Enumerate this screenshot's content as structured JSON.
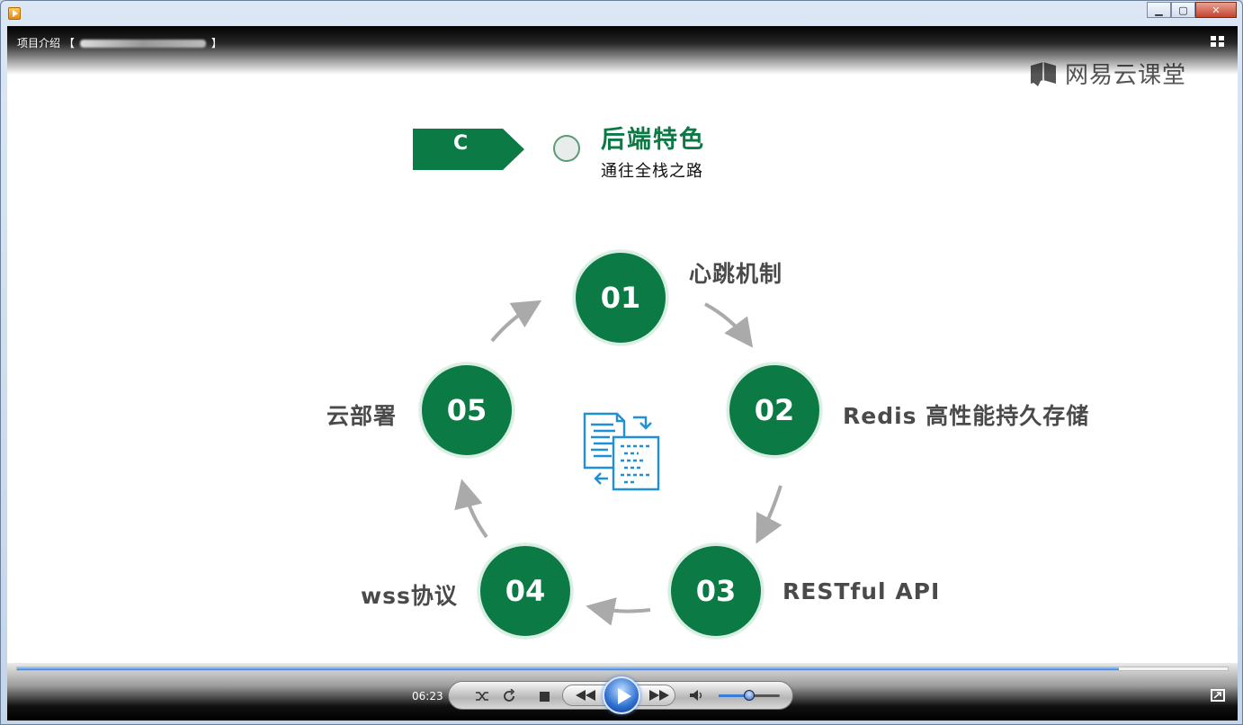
{
  "window": {
    "title": "项目介绍 【",
    "title_blurred_end": "】",
    "buttons": {
      "minimize": "▁",
      "maximize": "▢",
      "close": "✕"
    }
  },
  "brand": {
    "name": "网易云课堂"
  },
  "slide": {
    "tag_letter": "C",
    "title": "后端特色",
    "subtitle": "通往全栈之路",
    "nodes": [
      {
        "number": "01",
        "label": "心跳机制"
      },
      {
        "number": "02",
        "label": "Redis 高性能持久存储"
      },
      {
        "number": "03",
        "label": "RESTful API"
      },
      {
        "number": "04",
        "label": "wss协议"
      },
      {
        "number": "05",
        "label": "云部署"
      }
    ],
    "colors": {
      "accent": "#0b7a44",
      "arrow": "#aaaaaa",
      "center_icon": "#1f8fd8"
    }
  },
  "player": {
    "time": "06:23",
    "progress": 0.91,
    "volume": 0.5
  }
}
